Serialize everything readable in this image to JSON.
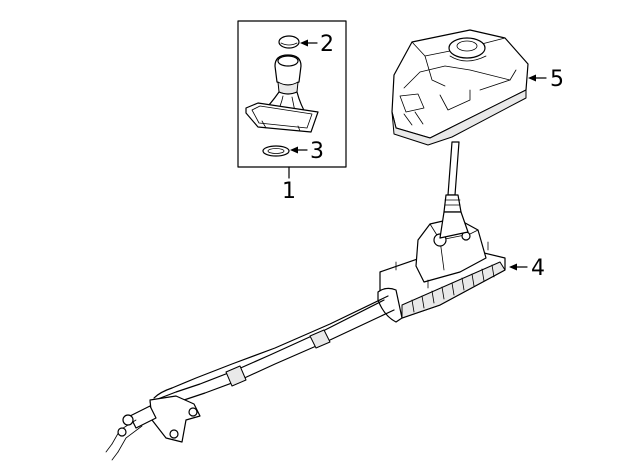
{
  "callouts": {
    "assembly": "1",
    "cap": "2",
    "ring": "3",
    "shifter_base": "4",
    "console_cover": "5"
  }
}
